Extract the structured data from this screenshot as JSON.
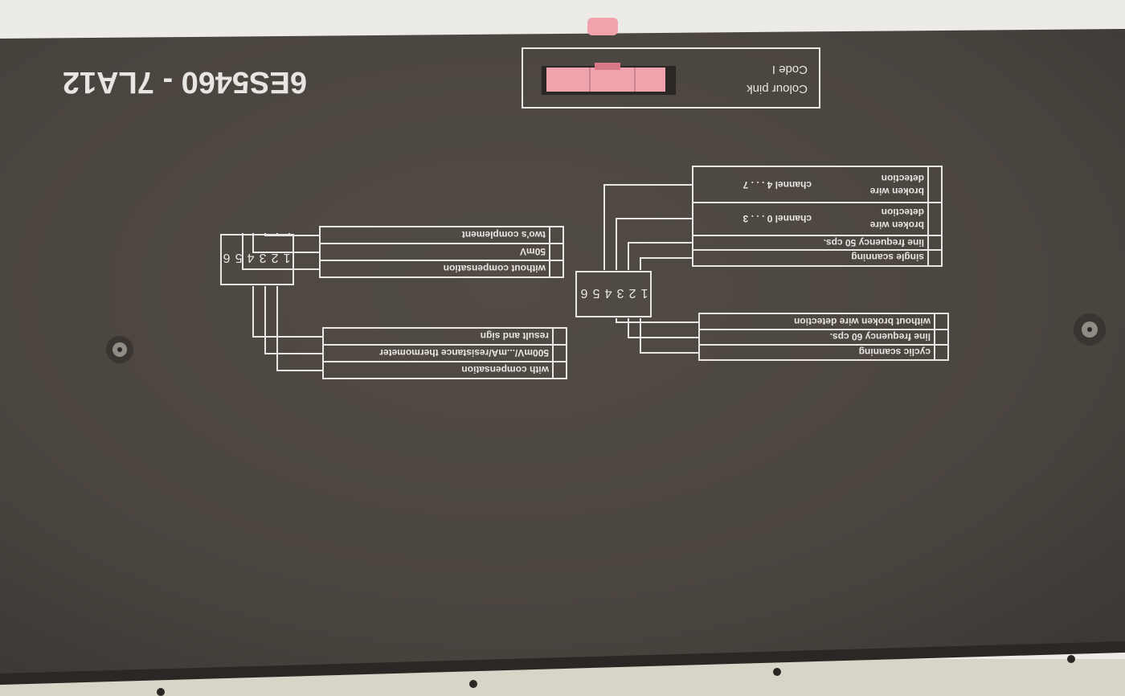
{
  "panel": {
    "part_number": "6ES5460 - 7LA12",
    "colour_label": "Colour pink",
    "code_label": "Code I",
    "accent_color": "#f0a3ac",
    "panel_color": "#4d4742"
  },
  "left_block": {
    "switch_numbers": [
      "1",
      "2",
      "3",
      "4",
      "5",
      "6"
    ],
    "upper_options": [
      "without compensation",
      "50mV",
      "two's complement"
    ],
    "lower_options": [
      "with compensation",
      "500mV/...mA/resistance thermometer",
      "result and sign"
    ]
  },
  "right_block": {
    "switch_numbers": [
      "1",
      "2",
      "3",
      "4",
      "5",
      "6"
    ],
    "upper_options": [
      {
        "label": "single scanning"
      },
      {
        "label": "line frequency 50 cps."
      },
      {
        "label": "broken wire",
        "label2": "detection",
        "channel": "channel 0 . . . 3"
      },
      {
        "label": "broken wire",
        "label2": "detection",
        "channel": "channel 4 . . . 7"
      }
    ],
    "lower_options": [
      "cyclic scanning",
      "line frequency 60 cps.",
      "without broken wire detection"
    ]
  }
}
